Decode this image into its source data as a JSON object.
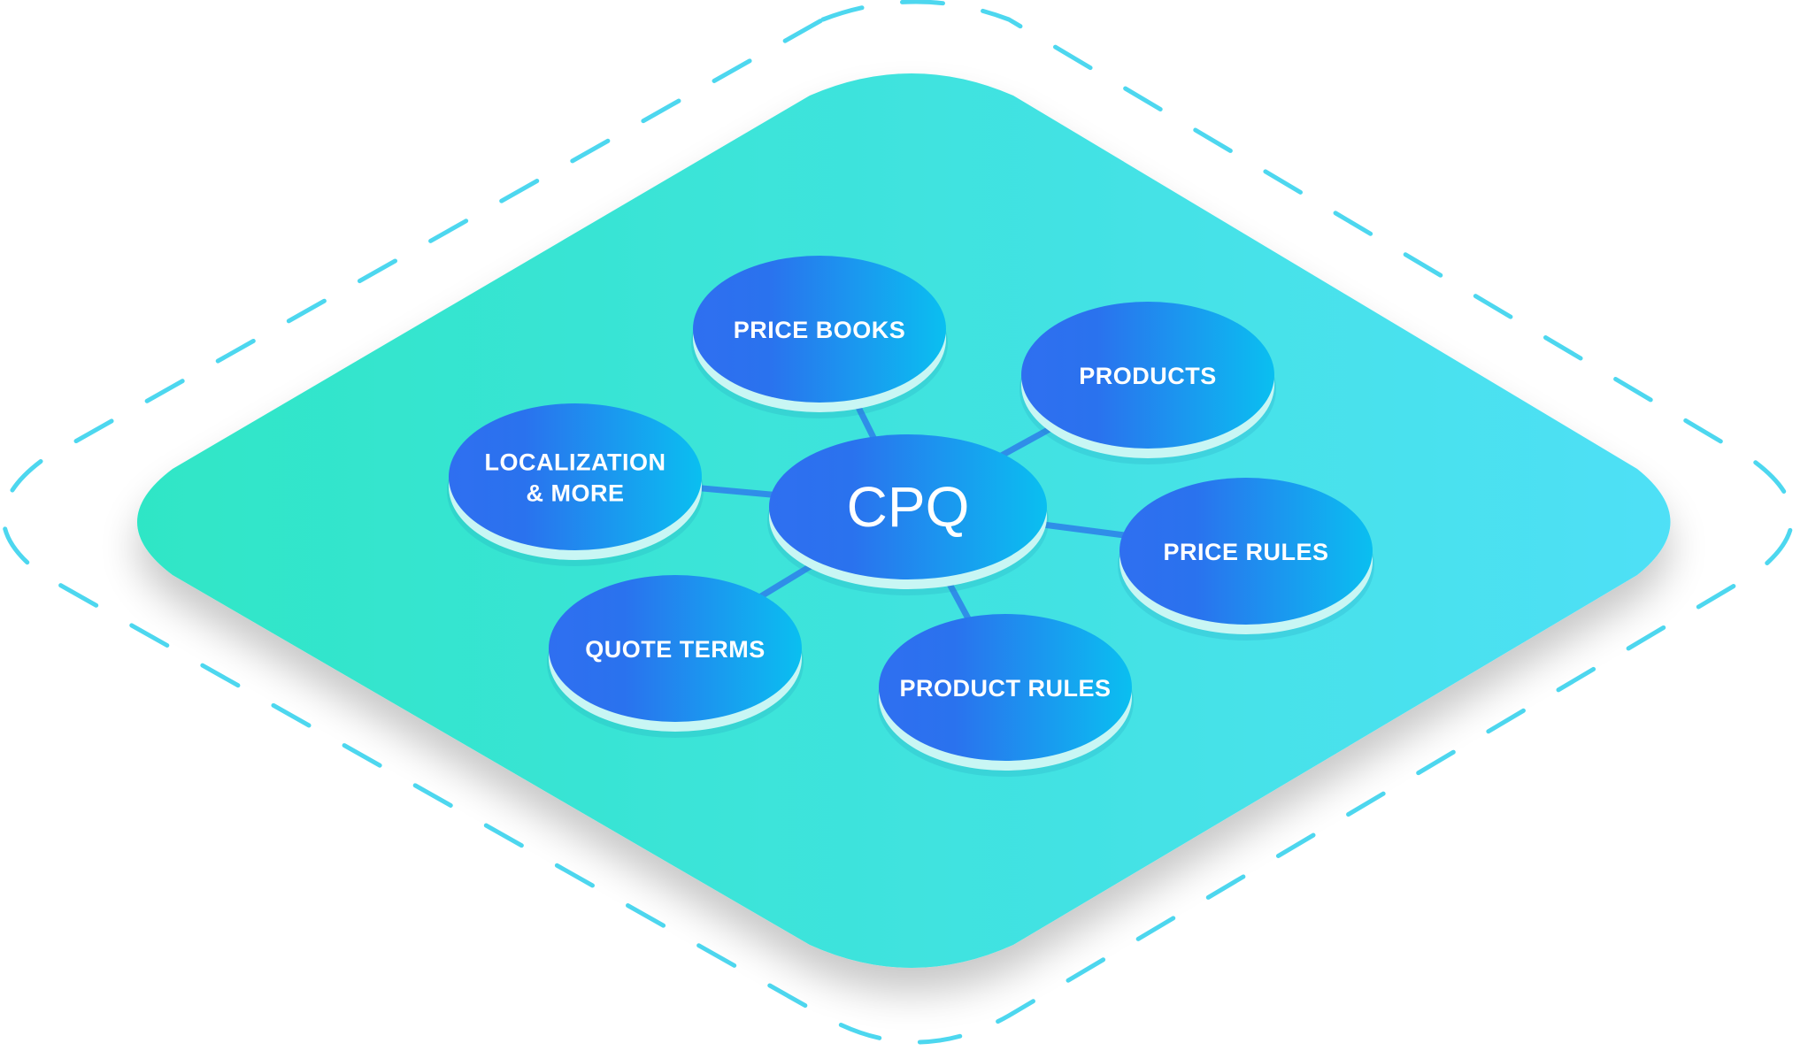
{
  "diagram": {
    "center": {
      "label": "CPQ"
    },
    "nodes": [
      {
        "id": "price-books",
        "lines": [
          "PRICE BOOKS"
        ]
      },
      {
        "id": "products",
        "lines": [
          "PRODUCTS"
        ]
      },
      {
        "id": "localization-more",
        "lines": [
          "LOCALIZATION",
          "& MORE"
        ]
      },
      {
        "id": "price-rules",
        "lines": [
          "PRICE RULES"
        ]
      },
      {
        "id": "quote-terms",
        "lines": [
          "QUOTE TERMS"
        ]
      },
      {
        "id": "product-rules",
        "lines": [
          "PRODUCT RULES"
        ]
      }
    ]
  },
  "colors": {
    "platform_start": "#2fe6c6",
    "platform_end": "#4fe0f6",
    "dash": "#4dd7ef",
    "node_start": "#2f6ff0",
    "node_end": "#0bbdf0",
    "connector": "#2f8ee8",
    "node_rim": "#c8f6f4"
  }
}
